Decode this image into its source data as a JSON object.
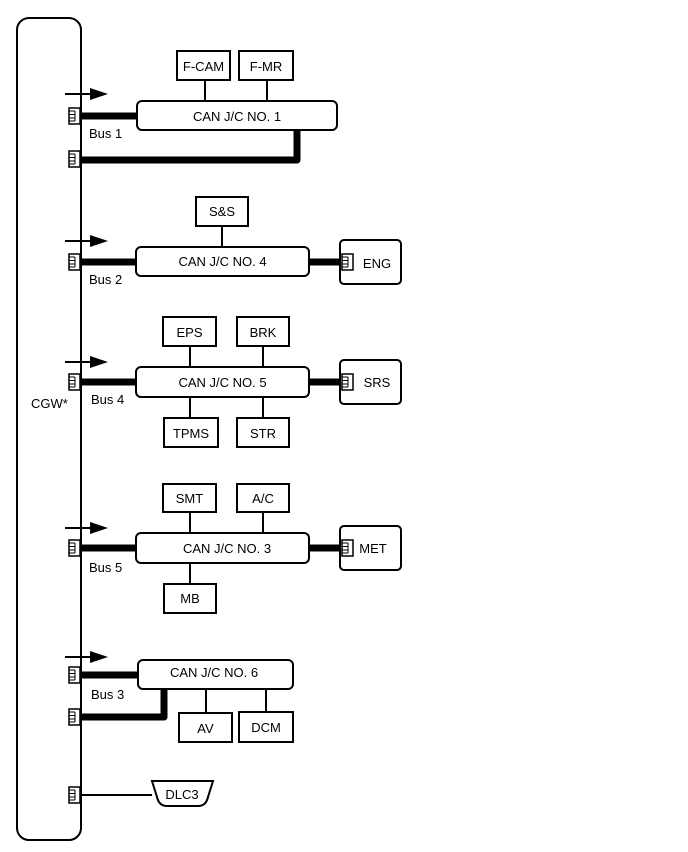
{
  "gateway": {
    "label": "CGW*"
  },
  "buses": {
    "bus1": "Bus 1",
    "bus2": "Bus 2",
    "bus4": "Bus 4",
    "bus5": "Bus 5",
    "bus3": "Bus 3"
  },
  "junctions": {
    "jc1": "CAN J/C NO. 1",
    "jc4": "CAN J/C NO. 4",
    "jc5": "CAN J/C NO. 5",
    "jc3": "CAN J/C NO. 3",
    "jc6": "CAN J/C NO. 6"
  },
  "ecus": {
    "fcam": "F-CAM",
    "fmr": "F-MR",
    "ss": "S&S",
    "eng": "ENG",
    "eps": "EPS",
    "brk": "BRK",
    "srs": "SRS",
    "tpms": "TPMS",
    "str": "STR",
    "smt": "SMT",
    "ac": "A/C",
    "met": "MET",
    "mb": "MB",
    "av": "AV",
    "dcm": "DCM",
    "dlc3": "DLC3"
  }
}
